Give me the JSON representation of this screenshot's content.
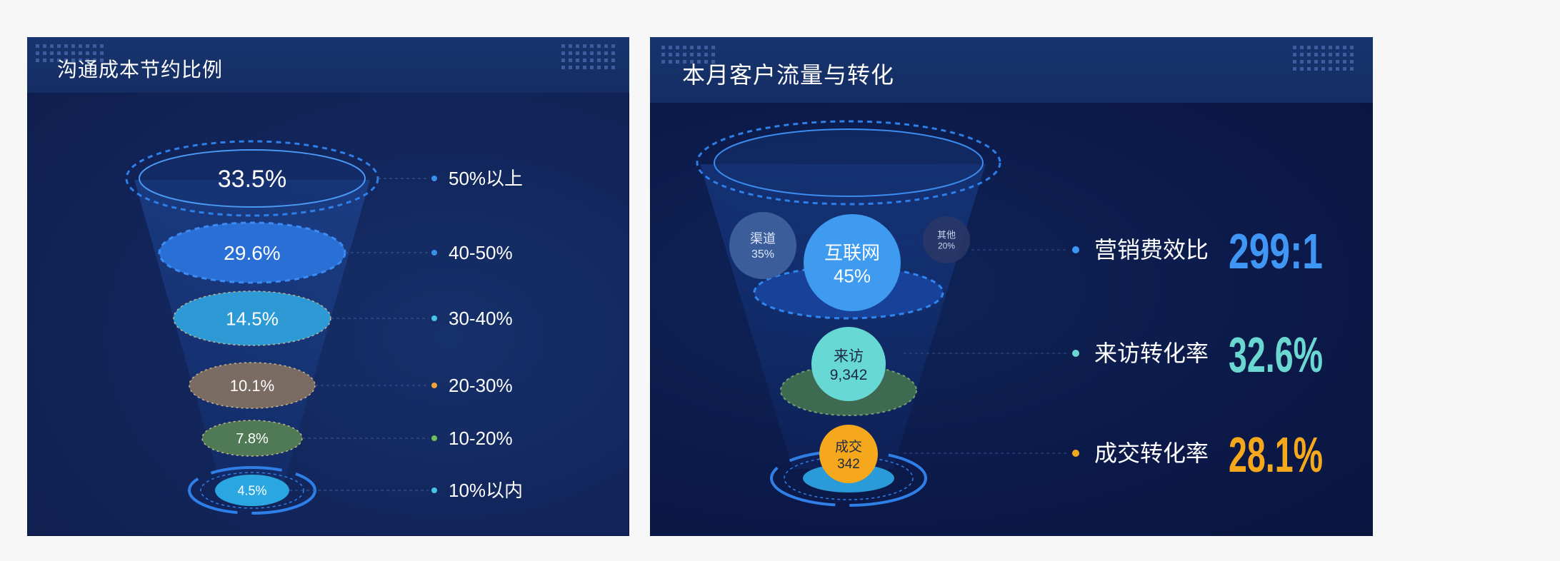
{
  "left": {
    "title": "沟通成本节约比例",
    "chart_data": {
      "type": "funnel",
      "series": [
        {
          "value_label": "33.5%",
          "category": "50%以上",
          "color": "#2f7fe0"
        },
        {
          "value_label": "29.6%",
          "category": "40-50%",
          "color": "#2a6fd6"
        },
        {
          "value_label": "14.5%",
          "category": "30-40%",
          "color": "#2d9ad6"
        },
        {
          "value_label": "10.1%",
          "category": "20-30%",
          "color": "#7a6b63"
        },
        {
          "value_label": "7.8%",
          "category": "10-20%",
          "color": "#4f7a55"
        },
        {
          "value_label": "4.5%",
          "category": "10%以内",
          "color": "#2aa7e0"
        }
      ],
      "dot_colors": [
        "#3b8fe8",
        "#3b8fe8",
        "#42c5e8",
        "#f3a13a",
        "#6fbf5a",
        "#42c5e8"
      ]
    }
  },
  "right": {
    "title": "本月客户流量与转化",
    "chart_data": {
      "type": "funnel",
      "stages": [
        {
          "label": "互联网",
          "value": "45%",
          "color": "#3f9bf0"
        },
        {
          "label": "渠道",
          "value": "35%",
          "color": "#3b5d9a"
        },
        {
          "label": "其他",
          "value": "20%",
          "color": "#2c3766"
        },
        {
          "label": "来访",
          "value": "9,342",
          "color": "#67d8d4"
        },
        {
          "label": "成交",
          "value": "342",
          "color": "#f5a81c"
        }
      ]
    },
    "metrics": [
      {
        "label": "营销费效比",
        "value": "299:1",
        "color": "#3f96f4",
        "dot_color": "#3f96f4"
      },
      {
        "label": "来访转化率",
        "value": "32.6%",
        "color": "#6ad8d0",
        "dot_color": "#6ad8d0"
      },
      {
        "label": "成交转化率",
        "value": "28.1%",
        "color": "#f5a81c",
        "dot_color": "#f5a81c"
      }
    ]
  }
}
